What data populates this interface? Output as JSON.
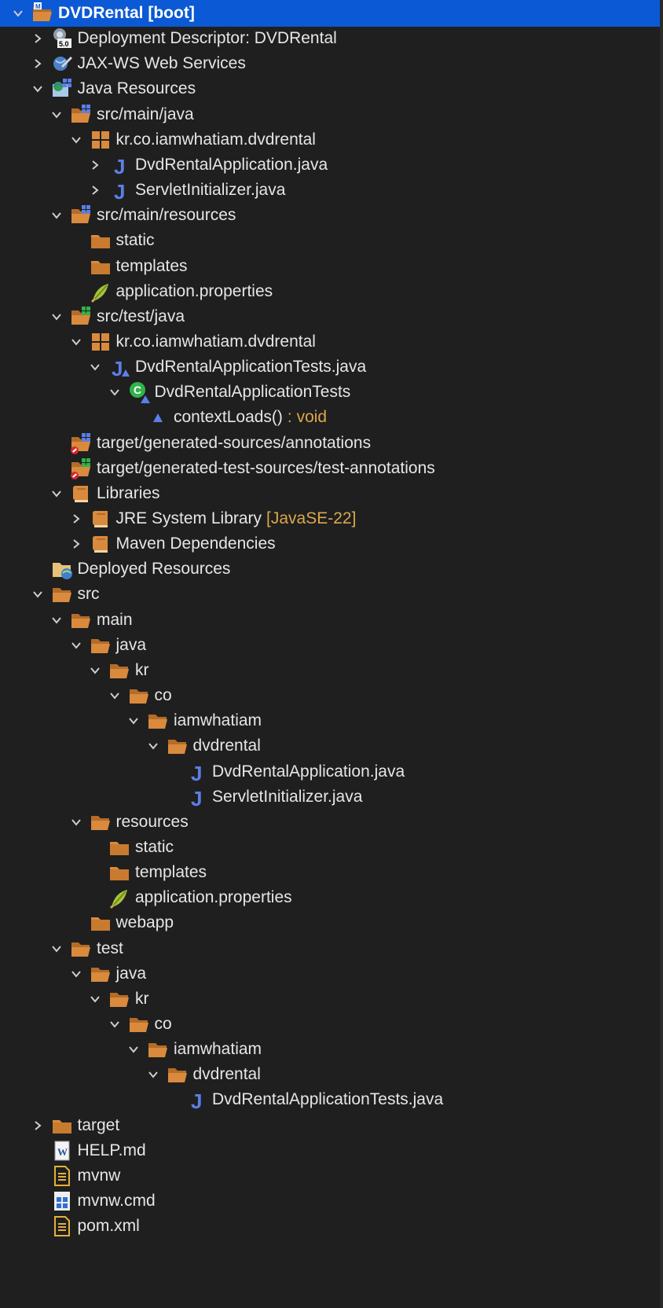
{
  "colors": {
    "background": "#1f1f1f",
    "selection": "#0b59d4",
    "text": "#e6e6e6",
    "decoration": "#d9a84e",
    "folder": "#d98a3d",
    "java_blue": "#5b7fe8",
    "class_green": "#31b34a"
  },
  "tree": [
    {
      "name": "project-dvdrental",
      "label": "DVDRental [boot]",
      "depth": 0,
      "chevron": "down",
      "icon": "project-folder-icon",
      "selected": true
    },
    {
      "name": "deployment-descriptor",
      "label": "Deployment Descriptor: DVDRental",
      "depth": 1,
      "chevron": "right",
      "icon": "deployment-descriptor-icon"
    },
    {
      "name": "jax-ws-web-services",
      "label": "JAX-WS Web Services",
      "depth": 1,
      "chevron": "right",
      "icon": "web-services-icon"
    },
    {
      "name": "java-resources",
      "label": "Java Resources",
      "depth": 1,
      "chevron": "down",
      "icon": "java-resources-icon"
    },
    {
      "name": "src-main-java",
      "label": "src/main/java",
      "depth": 2,
      "chevron": "down",
      "icon": "source-folder-icon"
    },
    {
      "name": "package-main",
      "label": "kr.co.iamwhatiam.dvdrental",
      "depth": 3,
      "chevron": "down",
      "icon": "package-icon"
    },
    {
      "name": "file-dvdrentalapplication",
      "label": "DvdRentalApplication.java",
      "depth": 4,
      "chevron": "right",
      "icon": "java-file-icon"
    },
    {
      "name": "file-servletinitializer",
      "label": "ServletInitializer.java",
      "depth": 4,
      "chevron": "right",
      "icon": "java-file-icon"
    },
    {
      "name": "src-main-resources",
      "label": "src/main/resources",
      "depth": 2,
      "chevron": "down",
      "icon": "source-folder-icon"
    },
    {
      "name": "folder-static",
      "label": "static",
      "depth": 3,
      "chevron": "none",
      "icon": "folder-icon"
    },
    {
      "name": "folder-templates",
      "label": "templates",
      "depth": 3,
      "chevron": "none",
      "icon": "folder-icon"
    },
    {
      "name": "file-application-properties",
      "label": "application.properties",
      "depth": 3,
      "chevron": "none",
      "icon": "properties-file-icon"
    },
    {
      "name": "src-test-java",
      "label": "src/test/java",
      "depth": 2,
      "chevron": "down",
      "icon": "test-source-folder-icon"
    },
    {
      "name": "package-test",
      "label": "kr.co.iamwhatiam.dvdrental",
      "depth": 3,
      "chevron": "down",
      "icon": "package-icon"
    },
    {
      "name": "file-dvdrentalapplicationtests",
      "label": "DvdRentalApplicationTests.java",
      "depth": 4,
      "chevron": "down",
      "icon": "java-file-test-icon"
    },
    {
      "name": "class-dvdrentalapplicationtests",
      "label": "DvdRentalApplicationTests",
      "depth": 5,
      "chevron": "down",
      "icon": "class-icon"
    },
    {
      "name": "method-contextloads",
      "label": "contextLoads()",
      "suffix": ": void",
      "depth": 6,
      "chevron": "none",
      "icon": "method-icon"
    },
    {
      "name": "target-generated-sources",
      "label": "target/generated-sources/annotations",
      "depth": 2,
      "chevron": "none",
      "icon": "missing-source-folder-icon"
    },
    {
      "name": "target-generated-test-sources",
      "label": "target/generated-test-sources/test-annotations",
      "depth": 2,
      "chevron": "none",
      "icon": "missing-test-source-folder-icon"
    },
    {
      "name": "libraries",
      "label": "Libraries",
      "depth": 2,
      "chevron": "down",
      "icon": "library-icon"
    },
    {
      "name": "jre-system-library",
      "label": "JRE System Library",
      "suffix": "[JavaSE-22]",
      "depth": 3,
      "chevron": "right",
      "icon": "library-icon"
    },
    {
      "name": "maven-dependencies",
      "label": "Maven Dependencies",
      "depth": 3,
      "chevron": "right",
      "icon": "library-icon"
    },
    {
      "name": "deployed-resources",
      "label": "Deployed Resources",
      "depth": 1,
      "chevron": "none",
      "icon": "deployed-resources-icon"
    },
    {
      "name": "folder-src",
      "label": "src",
      "depth": 1,
      "chevron": "down",
      "icon": "folder-open-icon"
    },
    {
      "name": "folder-main",
      "label": "main",
      "depth": 2,
      "chevron": "down",
      "icon": "folder-open-icon"
    },
    {
      "name": "folder-main-java",
      "label": "java",
      "depth": 3,
      "chevron": "down",
      "icon": "folder-open-icon"
    },
    {
      "name": "folder-main-kr",
      "label": "kr",
      "depth": 4,
      "chevron": "down",
      "icon": "folder-open-icon"
    },
    {
      "name": "folder-main-co",
      "label": "co",
      "depth": 5,
      "chevron": "down",
      "icon": "folder-open-icon"
    },
    {
      "name": "folder-main-iamwhatiam",
      "label": "iamwhatiam",
      "depth": 6,
      "chevron": "down",
      "icon": "folder-open-icon"
    },
    {
      "name": "folder-main-dvdrental",
      "label": "dvdrental",
      "depth": 7,
      "chevron": "down",
      "icon": "folder-open-icon"
    },
    {
      "name": "raw-dvdrentalapplication",
      "label": "DvdRentalApplication.java",
      "depth": 8,
      "chevron": "none",
      "icon": "java-file-icon"
    },
    {
      "name": "raw-servletinitializer",
      "label": "ServletInitializer.java",
      "depth": 8,
      "chevron": "none",
      "icon": "java-file-icon"
    },
    {
      "name": "folder-resources",
      "label": "resources",
      "depth": 3,
      "chevron": "down",
      "icon": "folder-open-icon"
    },
    {
      "name": "folder-resources-static",
      "label": "static",
      "depth": 4,
      "chevron": "none",
      "icon": "folder-icon"
    },
    {
      "name": "folder-resources-templates",
      "label": "templates",
      "depth": 4,
      "chevron": "none",
      "icon": "folder-icon"
    },
    {
      "name": "raw-application-properties",
      "label": "application.properties",
      "depth": 4,
      "chevron": "none",
      "icon": "properties-file-icon"
    },
    {
      "name": "folder-webapp",
      "label": "webapp",
      "depth": 3,
      "chevron": "none",
      "icon": "folder-icon"
    },
    {
      "name": "folder-test",
      "label": "test",
      "depth": 2,
      "chevron": "down",
      "icon": "folder-open-icon"
    },
    {
      "name": "folder-test-java",
      "label": "java",
      "depth": 3,
      "chevron": "down",
      "icon": "folder-open-icon"
    },
    {
      "name": "folder-test-kr",
      "label": "kr",
      "depth": 4,
      "chevron": "down",
      "icon": "folder-open-icon"
    },
    {
      "name": "folder-test-co",
      "label": "co",
      "depth": 5,
      "chevron": "down",
      "icon": "folder-open-icon"
    },
    {
      "name": "folder-test-iamwhatiam",
      "label": "iamwhatiam",
      "depth": 6,
      "chevron": "down",
      "icon": "folder-open-icon"
    },
    {
      "name": "folder-test-dvdrental",
      "label": "dvdrental",
      "depth": 7,
      "chevron": "down",
      "icon": "folder-open-icon"
    },
    {
      "name": "raw-dvdrentalapplicationtests",
      "label": "DvdRentalApplicationTests.java",
      "depth": 8,
      "chevron": "none",
      "icon": "java-file-icon"
    },
    {
      "name": "folder-target",
      "label": "target",
      "depth": 1,
      "chevron": "right",
      "icon": "folder-icon"
    },
    {
      "name": "file-help-md",
      "label": "HELP.md",
      "depth": 1,
      "chevron": "none",
      "icon": "word-document-icon"
    },
    {
      "name": "file-mvnw",
      "label": "mvnw",
      "depth": 1,
      "chevron": "none",
      "icon": "text-file-icon"
    },
    {
      "name": "file-mvnw-cmd",
      "label": "mvnw.cmd",
      "depth": 1,
      "chevron": "none",
      "icon": "windows-script-icon"
    },
    {
      "name": "file-pom-xml",
      "label": "pom.xml",
      "depth": 1,
      "chevron": "none",
      "icon": "text-file-icon"
    }
  ]
}
